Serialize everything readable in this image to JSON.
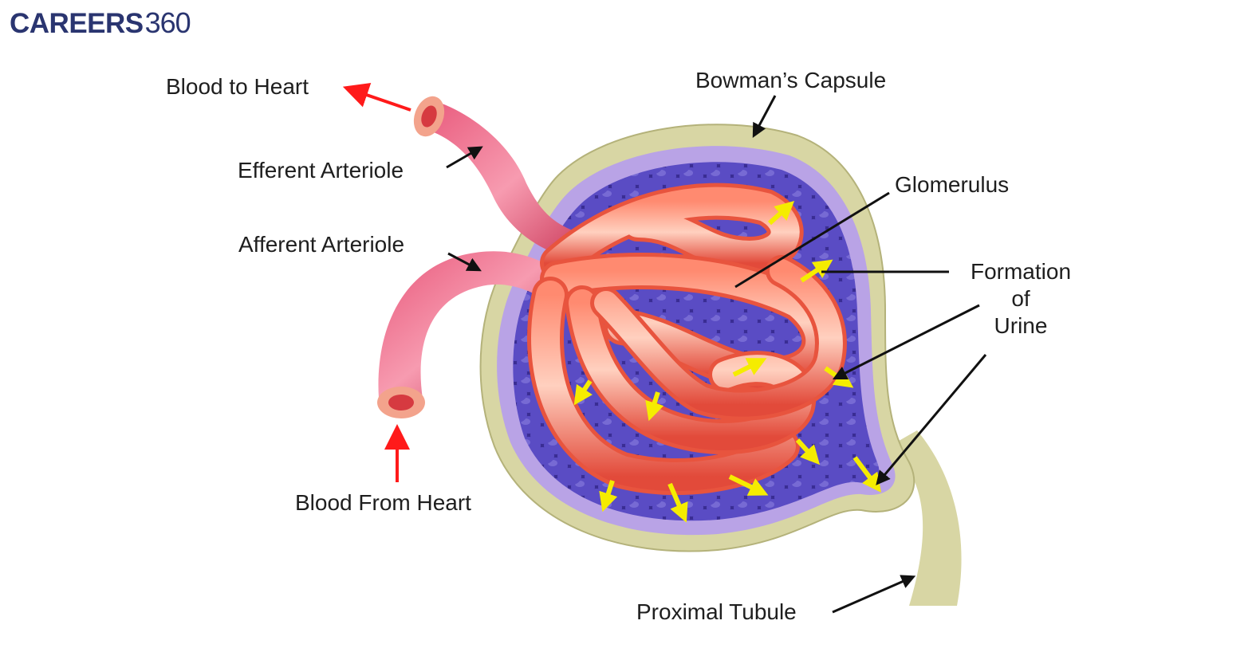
{
  "logo": {
    "brand": "CAREERS",
    "number": "360",
    "color": "#2a3570"
  },
  "diagram": {
    "subject": "Glomerulus within Bowman's Capsule — urine formation",
    "labels": {
      "blood_to_heart": "Blood to Heart",
      "efferent_arteriole": "Efferent Arteriole",
      "afferent_arteriole": "Afferent Arteriole",
      "blood_from_heart": "Blood From Heart",
      "bowmans_capsule": "Bowman’s Capsule",
      "glomerulus": "Glomerulus",
      "formation_line1": "Formation",
      "formation_line2": "of",
      "formation_line3": "Urine",
      "proximal_tubule": "Proximal Tubule"
    },
    "colors": {
      "vessel": "#d9345a",
      "capillary": "#f0614a",
      "capsule_wall": "#d8d6a4",
      "epithelium": "#b9a3e6",
      "capsular_space": "#3e2f9a",
      "flow_arrow": "#ff1a1a",
      "filtrate_arrow": "#f5ec00",
      "leader_line": "#111111"
    }
  }
}
